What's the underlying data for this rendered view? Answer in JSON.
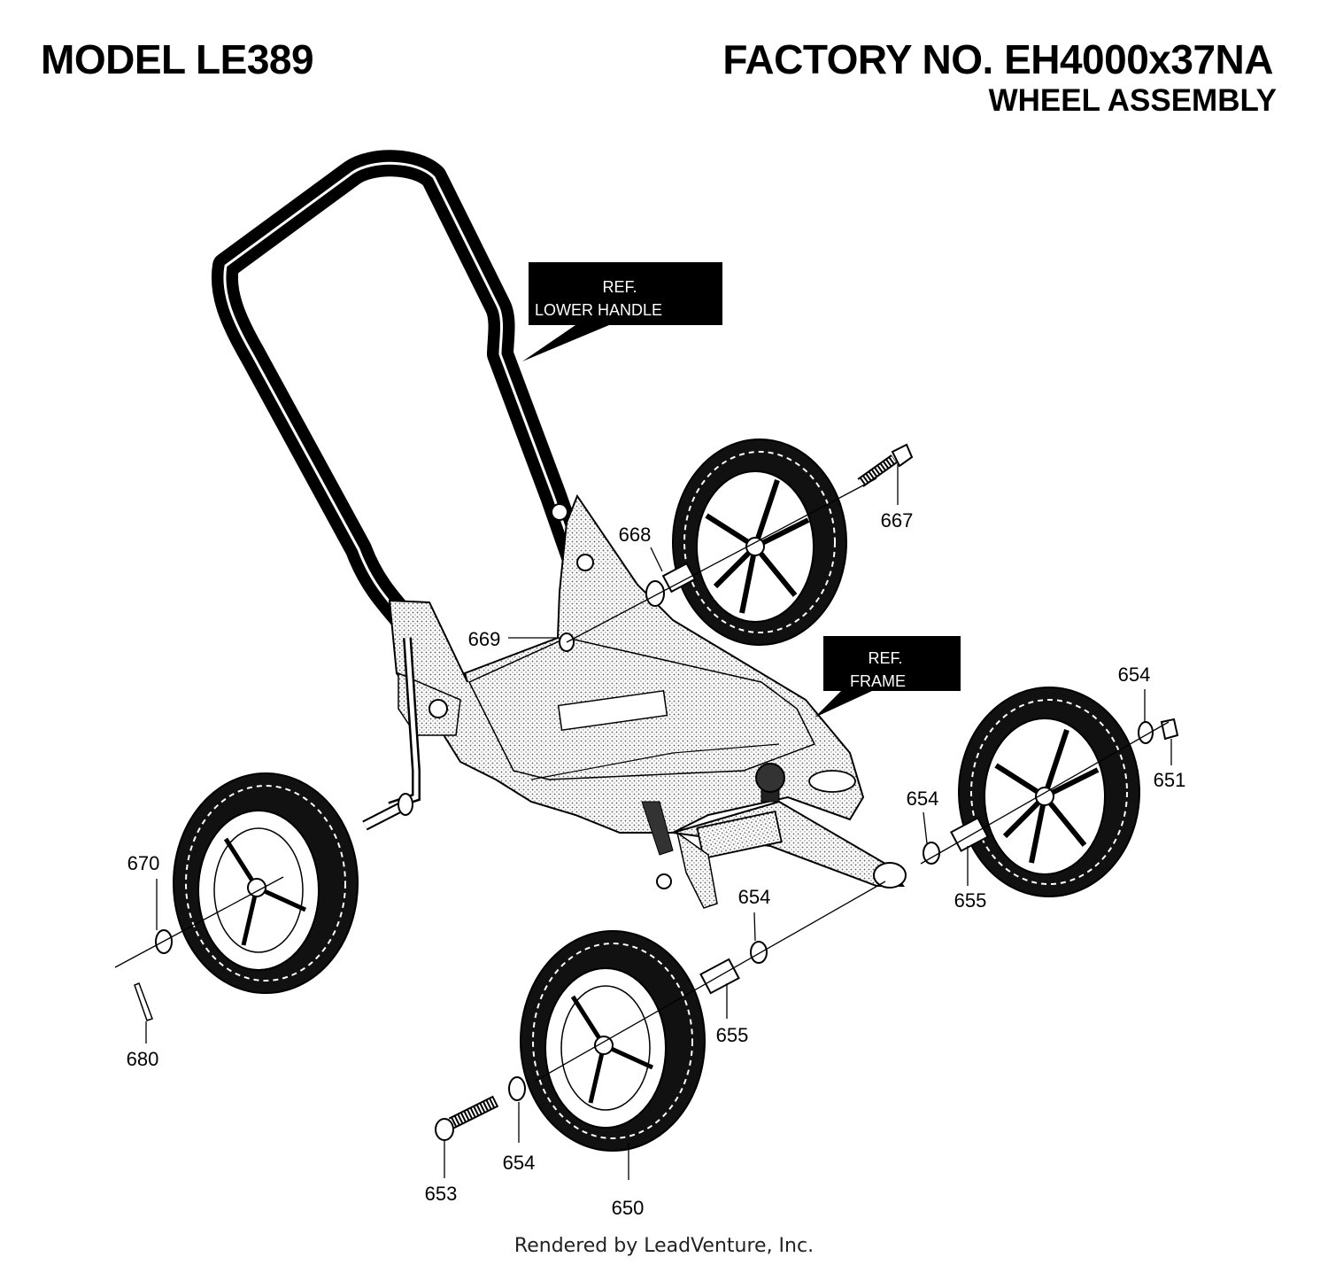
{
  "header": {
    "model": "MODEL LE389",
    "factory": "FACTORY NO. EH4000x37NA",
    "section": "WHEEL ASSEMBLY"
  },
  "callouts": {
    "lower_handle": [
      "REF.",
      "LOWER HANDLE"
    ],
    "frame": [
      "REF.",
      "FRAME"
    ]
  },
  "parts": {
    "p667": "667",
    "p668": "668",
    "p669": "669",
    "p654_top": "654",
    "p651": "651",
    "p654_right": "654",
    "p655_right": "655",
    "p654_mid": "654",
    "p670": "670",
    "p680": "680",
    "p655_front": "655",
    "p653": "653",
    "p654_bottom": "654",
    "p650": "650"
  },
  "footer": "Rendered by LeadVenture, Inc."
}
